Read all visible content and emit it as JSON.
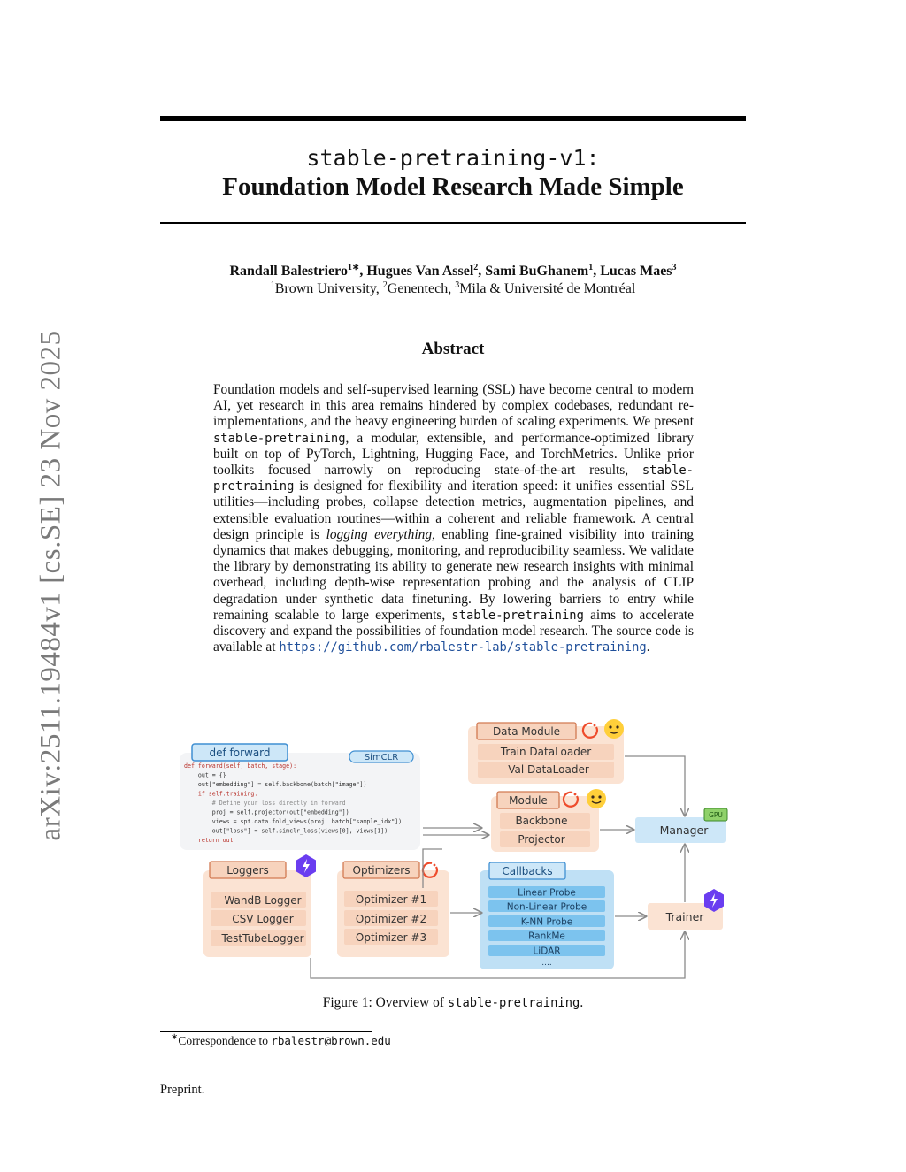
{
  "arxiv_stamp": "arXiv:2511.19484v1  [cs.SE]  23 Nov 2025",
  "title": {
    "line1": "stable-pretraining-v1:",
    "line2": "Foundation Model Research Made Simple"
  },
  "authors": [
    {
      "name": "Randall Balestriero",
      "sup": "1∗",
      "sep": ", "
    },
    {
      "name": "Hugues Van Assel",
      "sup": "2",
      "sep": ", "
    },
    {
      "name": "Sami BuGhanem",
      "sup": "1",
      "sep": ", "
    },
    {
      "name": "Lucas Maes",
      "sup": "3",
      "sep": ""
    }
  ],
  "affiliations": [
    {
      "sup": "1",
      "name": "Brown University",
      "sep": ", "
    },
    {
      "sup": "2",
      "name": "Genentech",
      "sep": ", "
    },
    {
      "sup": "3",
      "name": "Mila & Université de Montréal",
      "sep": ""
    }
  ],
  "abstract": {
    "heading": "Abstract",
    "t1": "Foundation models and self-supervised learning (SSL) have become central to modern AI, yet research in this area remains hindered by complex codebases, redundant re-implementations, and the heavy engineering burden of scaling experiments. We present ",
    "code1": "stable-pretraining",
    "t2": ", a modular, extensible, and performance-optimized library built on top of PyTorch, Lightning, Hugging Face, and TorchMetrics. Unlike prior toolkits focused narrowly on reproducing state-of-the-art results, ",
    "code2": "stable-pretraining",
    "t3": " is designed for flexibility and iteration speed: it unifies essential SSL utilities—including probes, collapse detection metrics, augmentation pipelines, and extensible evaluation routines—within a coherent and reliable framework. A central design principle is ",
    "em": "logging everything",
    "t4": ", enabling fine-grained visibility into training dynamics that makes debugging, monitoring, and reproducibility seamless. We validate the library by demonstrating its ability to generate new research insights with minimal overhead, including depth-wise representation probing and the analysis of CLIP degradation under synthetic data finetuning. By lowering barriers to entry while remaining scalable to large experiments, ",
    "code3": "stable-pretraining",
    "t5": " aims to accelerate discovery and expand the possibilities of foundation model research. The source code is available at ",
    "url": "https://github.com/rbalestr-lab/stable-pretraining",
    "t6": "."
  },
  "figure": {
    "def_forward_tab": "def forward",
    "simclr_tab": "SimCLR",
    "code_lines": [
      {
        "text": "def forward(self, batch, stage):",
        "color": "#b8322b"
      },
      {
        "text": "    out = {}",
        "color": "#333333"
      },
      {
        "text": "    out[\"embedding\"] = self.backbone(batch[\"image\"])",
        "color": "#333333"
      },
      {
        "text": "    if self.training:",
        "color": "#b8322b"
      },
      {
        "text": "        # Define your loss directly in forward",
        "color": "#888888"
      },
      {
        "text": "        proj = self.projector(out[\"embedding\"])",
        "color": "#333333"
      },
      {
        "text": "        views = spt.data.fold_views(proj, batch[\"sample_idx\"])",
        "color": "#333333"
      },
      {
        "text": "        out[\"loss\"] = self.simclr_loss(views[0], views[1])",
        "color": "#333333"
      },
      {
        "text": "    return out",
        "color": "#b8322b"
      }
    ],
    "data_module": {
      "title": "Data Module",
      "items": [
        "Train DataLoader",
        "Val DataLoader"
      ]
    },
    "module": {
      "title": "Module",
      "items": [
        "Backbone",
        "Projector"
      ]
    },
    "manager": "Manager",
    "gpu": "GPU",
    "trainer": "Trainer",
    "loggers": {
      "title": "Loggers",
      "items": [
        "WandB Logger",
        "CSV Logger",
        "TestTubeLogger"
      ]
    },
    "optimizers": {
      "title": "Optimizers",
      "items": [
        "Optimizer #1",
        "Optimizer #2",
        "Optimizer #3"
      ]
    },
    "callbacks": {
      "title": "Callbacks",
      "items": [
        "Linear Probe",
        "Non-Linear Probe",
        "K-NN Probe",
        "RankMe",
        "LiDAR"
      ],
      "more": "...."
    },
    "colors": {
      "peach": "#fbe3d3",
      "peach_item": "#f7d3bd",
      "blue": "#bfe0f5",
      "blue_item": "#7cc3ee",
      "icon_purple": "#6a3df0",
      "pytorch": "#ee4c2c"
    }
  },
  "caption": {
    "prefix": "Figure 1: Overview of ",
    "code": "stable-pretraining",
    "suffix": "."
  },
  "footnote": {
    "mark": "∗",
    "text": "Correspondence to ",
    "email": "rbalestr@brown.edu"
  },
  "preprint": "Preprint."
}
